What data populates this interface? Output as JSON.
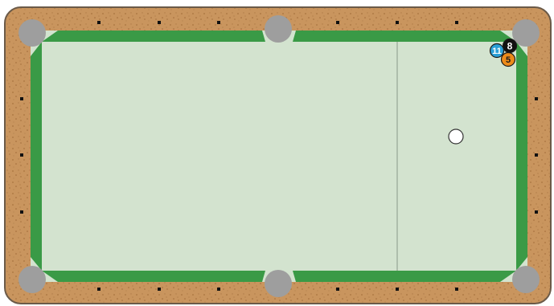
{
  "game": "pool",
  "colors": {
    "rail_wood": "#c9955e",
    "rail_speckle": "#a8743f",
    "rail_outline": "#6b5a48",
    "cushion_green": "#3a9a46",
    "felt": "#d3e3cf",
    "pocket": "#9e9e9e",
    "diamond": "#111111",
    "head_string": "#8a9a8a"
  },
  "balls": [
    {
      "id": "ball-11",
      "label": "11",
      "fill": "#2a9fd6",
      "text_color": "#ffffff",
      "stripe": true
    },
    {
      "id": "ball-8",
      "label": "8",
      "fill": "#111111",
      "text_color": "#ffffff",
      "stripe": false
    },
    {
      "id": "ball-5",
      "label": "5",
      "fill": "#ec8a1a",
      "text_color": "#1a1a1a",
      "stripe": false
    }
  ],
  "cue_ball": {
    "label": "",
    "fill": "#ffffff"
  },
  "pockets": [
    "top-left",
    "top-middle",
    "top-right",
    "bottom-left",
    "bottom-middle",
    "bottom-right"
  ]
}
